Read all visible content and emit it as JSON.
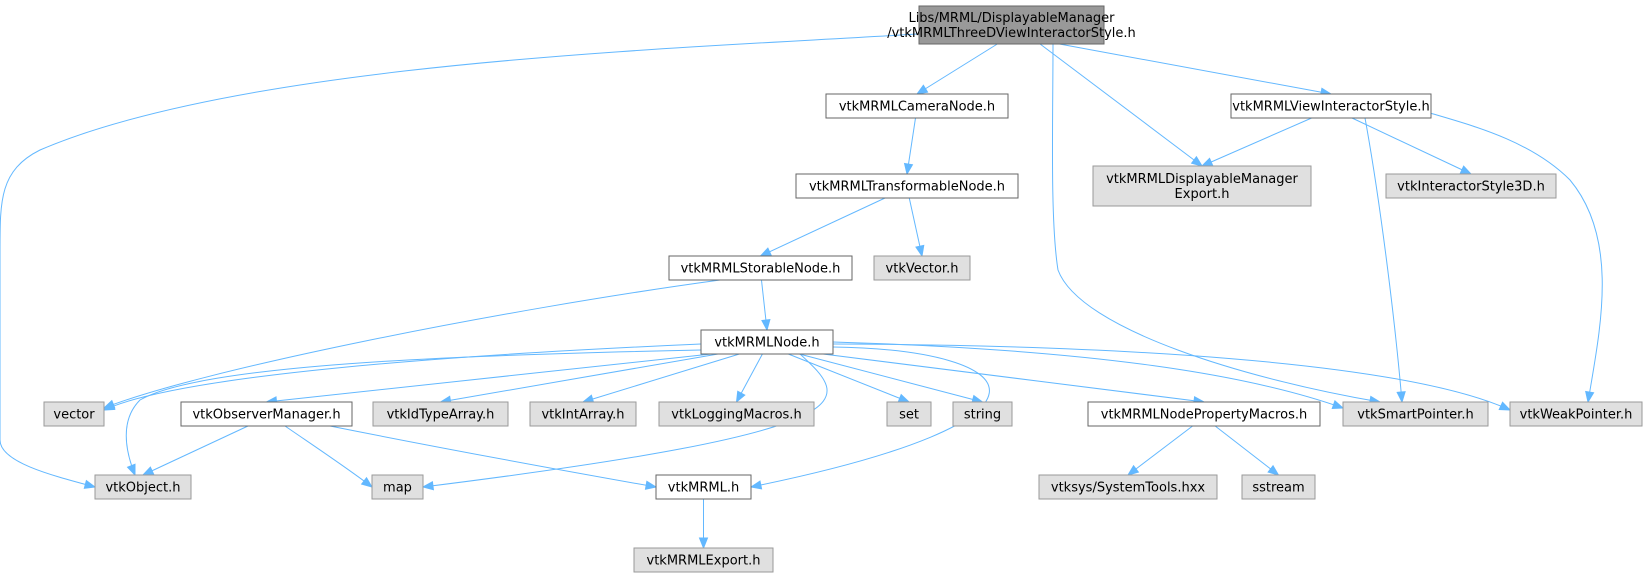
{
  "colors": {
    "edge": "#63b8ff",
    "root_fill": "#999999",
    "doc_fill": "#ffffff",
    "ext_fill": "#e0e0e0"
  },
  "nodes": [
    {
      "id": "root",
      "kind": "root",
      "lines": [
        "Libs/MRML/DisplayableManager",
        "/vtkMRMLThreeDViewInteractorStyle.h"
      ]
    },
    {
      "id": "camera",
      "kind": "doc",
      "lines": [
        "vtkMRMLCameraNode.h"
      ]
    },
    {
      "id": "viewstyle",
      "kind": "doc",
      "lines": [
        "vtkMRMLViewInteractorStyle.h"
      ]
    },
    {
      "id": "dmexport",
      "kind": "ext",
      "lines": [
        "vtkMRMLDisplayableManager",
        "Export.h"
      ]
    },
    {
      "id": "style3d",
      "kind": "ext",
      "lines": [
        "vtkInteractorStyle3D.h"
      ]
    },
    {
      "id": "transformable",
      "kind": "doc",
      "lines": [
        "vtkMRMLTransformableNode.h"
      ]
    },
    {
      "id": "storable",
      "kind": "doc",
      "lines": [
        "vtkMRMLStorableNode.h"
      ]
    },
    {
      "id": "vector3",
      "kind": "ext",
      "lines": [
        "vtkVector.h"
      ]
    },
    {
      "id": "node",
      "kind": "doc",
      "lines": [
        "vtkMRMLNode.h"
      ]
    },
    {
      "id": "vector",
      "kind": "ext",
      "lines": [
        "vector"
      ]
    },
    {
      "id": "observer",
      "kind": "doc",
      "lines": [
        "vtkObserverManager.h"
      ]
    },
    {
      "id": "idtype",
      "kind": "ext",
      "lines": [
        "vtkIdTypeArray.h"
      ]
    },
    {
      "id": "intarray",
      "kind": "ext",
      "lines": [
        "vtkIntArray.h"
      ]
    },
    {
      "id": "logging",
      "kind": "ext",
      "lines": [
        "vtkLoggingMacros.h"
      ]
    },
    {
      "id": "set",
      "kind": "ext",
      "lines": [
        "set"
      ]
    },
    {
      "id": "string",
      "kind": "ext",
      "lines": [
        "string"
      ]
    },
    {
      "id": "propmacros",
      "kind": "doc",
      "lines": [
        "vtkMRMLNodePropertyMacros.h"
      ]
    },
    {
      "id": "smartptr",
      "kind": "ext",
      "lines": [
        "vtkSmartPointer.h"
      ]
    },
    {
      "id": "weakptr",
      "kind": "ext",
      "lines": [
        "vtkWeakPointer.h"
      ]
    },
    {
      "id": "object",
      "kind": "ext",
      "lines": [
        "vtkObject.h"
      ]
    },
    {
      "id": "map",
      "kind": "ext",
      "lines": [
        "map"
      ]
    },
    {
      "id": "mrml",
      "kind": "doc",
      "lines": [
        "vtkMRML.h"
      ]
    },
    {
      "id": "systools",
      "kind": "ext",
      "lines": [
        "vtksys/SystemTools.hxx"
      ]
    },
    {
      "id": "sstream",
      "kind": "ext",
      "lines": [
        "sstream"
      ]
    },
    {
      "id": "mrmlexport",
      "kind": "ext",
      "lines": [
        "vtkMRMLExport.h"
      ]
    }
  ],
  "edges": [
    {
      "from": "root",
      "to": "camera"
    },
    {
      "from": "root",
      "to": "viewstyle"
    },
    {
      "from": "root",
      "to": "dmexport"
    },
    {
      "from": "root",
      "to": "smartptr"
    },
    {
      "from": "root",
      "to": "object"
    },
    {
      "from": "camera",
      "to": "transformable"
    },
    {
      "from": "transformable",
      "to": "storable"
    },
    {
      "from": "transformable",
      "to": "vector3"
    },
    {
      "from": "storable",
      "to": "node"
    },
    {
      "from": "storable",
      "to": "vector"
    },
    {
      "from": "viewstyle",
      "to": "dmexport"
    },
    {
      "from": "viewstyle",
      "to": "style3d"
    },
    {
      "from": "viewstyle",
      "to": "smartptr"
    },
    {
      "from": "viewstyle",
      "to": "weakptr"
    },
    {
      "from": "node",
      "to": "vector"
    },
    {
      "from": "node",
      "to": "object"
    },
    {
      "from": "node",
      "to": "observer"
    },
    {
      "from": "node",
      "to": "idtype"
    },
    {
      "from": "node",
      "to": "intarray"
    },
    {
      "from": "node",
      "to": "logging"
    },
    {
      "from": "node",
      "to": "set"
    },
    {
      "from": "node",
      "to": "string"
    },
    {
      "from": "node",
      "to": "propmacros"
    },
    {
      "from": "node",
      "to": "smartptr"
    },
    {
      "from": "node",
      "to": "weakptr"
    },
    {
      "from": "node",
      "to": "map"
    },
    {
      "from": "node",
      "to": "mrml"
    },
    {
      "from": "observer",
      "to": "object"
    },
    {
      "from": "observer",
      "to": "map"
    },
    {
      "from": "observer",
      "to": "mrml"
    },
    {
      "from": "propmacros",
      "to": "systools"
    },
    {
      "from": "propmacros",
      "to": "sstream"
    },
    {
      "from": "mrml",
      "to": "mrmlexport"
    }
  ]
}
